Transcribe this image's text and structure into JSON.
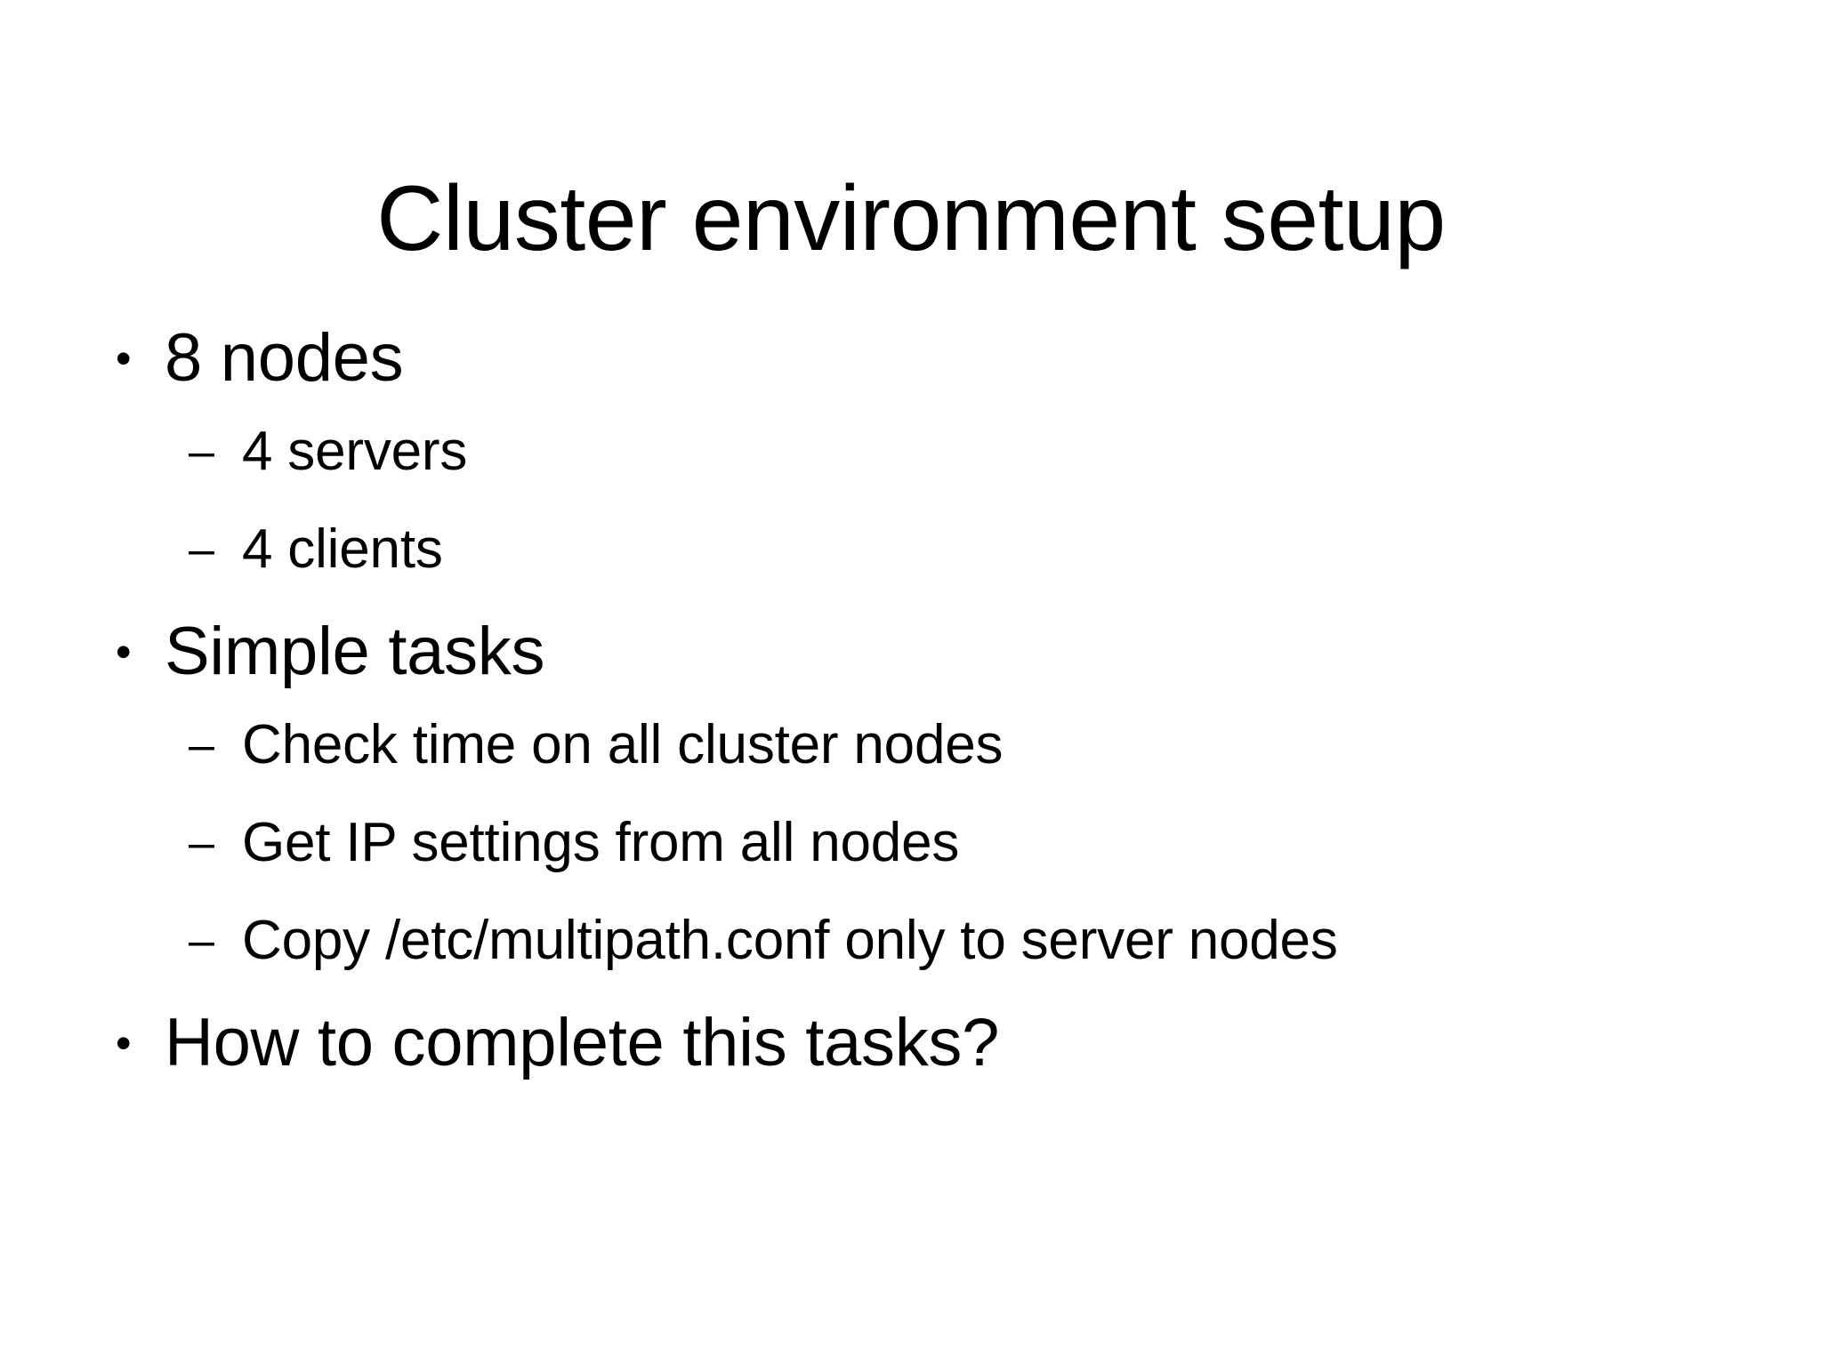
{
  "slide": {
    "title": "Cluster environment setup",
    "background_color": "#ffffff",
    "text_color": "#000000",
    "bullet_marker": "•",
    "sub_bullet_marker": "–",
    "groups": [
      {
        "id": "nodes",
        "heading": "8 nodes",
        "items": [
          "4 servers",
          "4 clients"
        ]
      },
      {
        "id": "tasks",
        "heading": "Simple tasks",
        "items": [
          "Check time on all cluster nodes",
          "Get IP settings from all nodes",
          "Copy /etc/multipath.conf only to server nodes"
        ]
      },
      {
        "id": "how",
        "heading": "How to complete this tasks?",
        "items": []
      }
    ]
  }
}
